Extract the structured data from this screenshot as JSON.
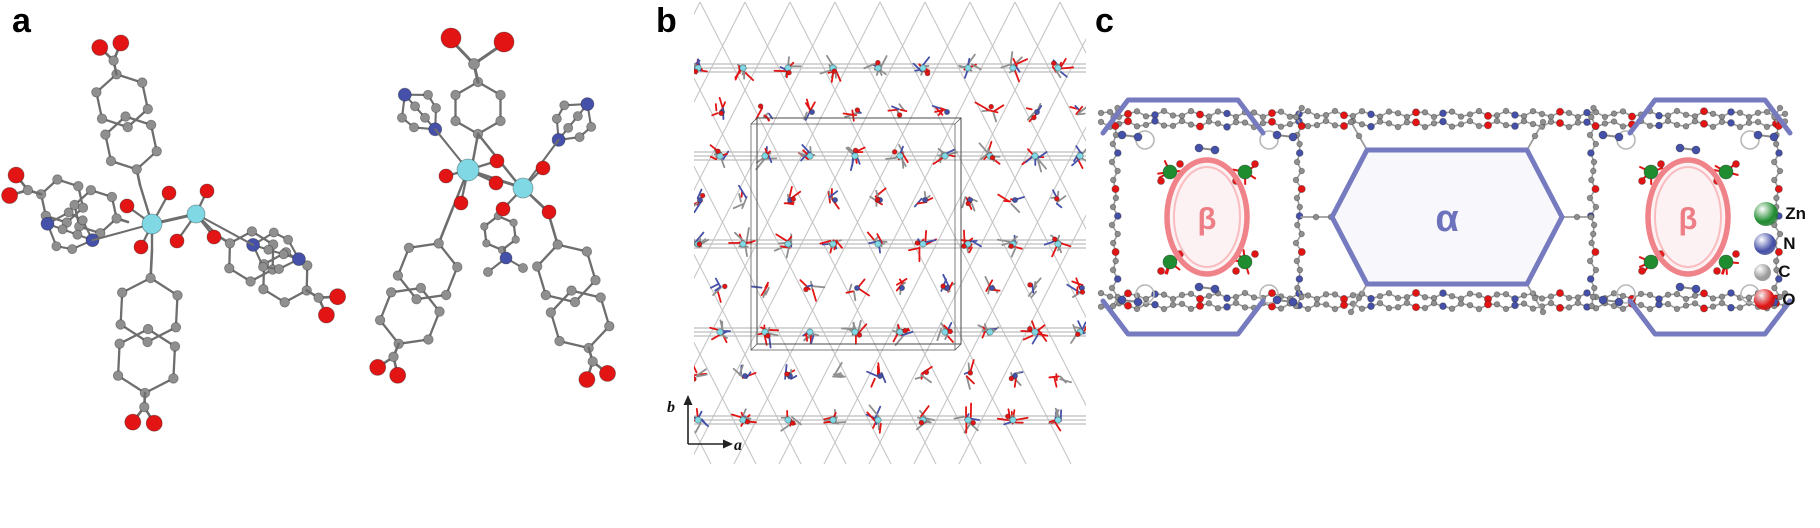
{
  "figure": {
    "background": "#ffffff"
  },
  "panels": {
    "a": {
      "label": "a"
    },
    "b": {
      "label": "b",
      "axes": {
        "vertical_label": "b",
        "horizontal_label": "a"
      }
    },
    "c": {
      "label": "c",
      "pore_labels": {
        "alpha": "α",
        "beta_left": "β",
        "beta_right": "β"
      },
      "legend": [
        {
          "label": "Zn",
          "color": "#1f8c2f"
        },
        {
          "label": "N",
          "color": "#4550a8"
        },
        {
          "label": "C",
          "color": "#9b9b9b"
        },
        {
          "label": "O",
          "color": "#e01414"
        }
      ]
    }
  },
  "colors": {
    "carbon": "#8f8f8f",
    "oxygen": "#e21414",
    "nitrogen": "#4550a8",
    "zinc_cyan": "#7fd8e4",
    "zinc_green": "#1f8c2f",
    "lattice_gray": "#c6c6c6",
    "pore_alpha_outline": "#767bbf",
    "pore_beta_outline": "#f0838a",
    "unit_cell": "#4a4a4a"
  }
}
